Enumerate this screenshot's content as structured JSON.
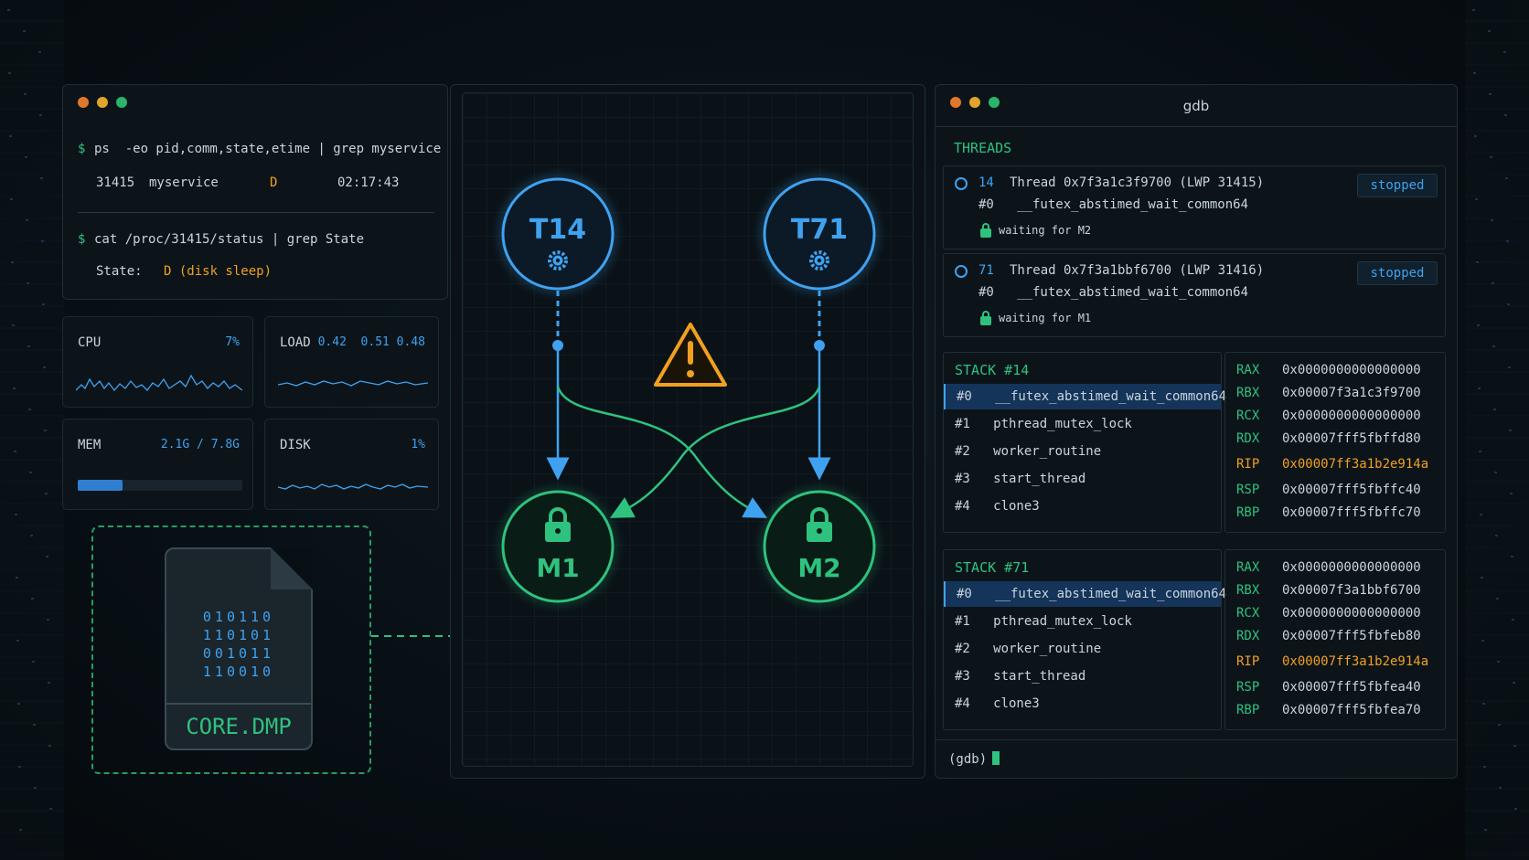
{
  "terminal": {
    "cmd1_prompt": "$",
    "cmd1": "ps  -eo pid,comm,state,etime | grep myservice",
    "row_pid": "31415",
    "row_comm": "myservice",
    "row_state": "D",
    "row_etime": "02:17:43",
    "cmd2_prompt": "$",
    "cmd2": "cat /proc/31415/status | grep State",
    "state_label": "State:",
    "state_value": "D (disk sleep)"
  },
  "metrics": {
    "cpu": {
      "label": "CPU",
      "value": "7%"
    },
    "load": {
      "label": "LOAD",
      "value": "0.42  0.51 0.48"
    },
    "mem": {
      "label": "MEM",
      "value": "2.1G / 7.8G",
      "fill_fraction": 0.27
    },
    "disk": {
      "label": "DISK",
      "value": "1%"
    }
  },
  "core_dump": {
    "bits": [
      "010110",
      "110101",
      "001011",
      "110010"
    ],
    "filename": "CORE.DMP"
  },
  "diagram": {
    "thread_a": "T14",
    "thread_b": "T71",
    "mutex_a": "M1",
    "mutex_b": "M2"
  },
  "gdb": {
    "title": "gdb",
    "threads_header": "THREADS",
    "threads": [
      {
        "id": "14",
        "desc": "Thread 0x7f3a1c3f9700 (LWP 31415)",
        "frame": "#0   __futex_abstimed_wait_common64",
        "status": "stopped",
        "waiting": "waiting for M2"
      },
      {
        "id": "71",
        "desc": "Thread 0x7f3a1bbf6700 (LWP 31416)",
        "frame": "#0   __futex_abstimed_wait_common64",
        "status": "stopped",
        "waiting": "waiting for M1"
      }
    ],
    "stacks": [
      {
        "header": "STACK #14",
        "frames": [
          "#0   __futex_abstimed_wait_common64",
          "#1   pthread_mutex_lock",
          "#2   worker_routine",
          "#3   start_thread",
          "#4   clone3"
        ],
        "registers": [
          {
            "name": "RAX",
            "value": "0x0000000000000000"
          },
          {
            "name": "RBX",
            "value": "0x00007f3a1c3f9700"
          },
          {
            "name": "RCX",
            "value": "0x0000000000000000"
          },
          {
            "name": "RDX",
            "value": "0x00007fff5fbffd80"
          },
          {
            "name": "RIP",
            "value": "0x00007ff3a1b2e914a"
          },
          {
            "name": "RSP",
            "value": "0x00007fff5fbffc40"
          },
          {
            "name": "RBP",
            "value": "0x00007fff5fbffc70"
          }
        ]
      },
      {
        "header": "STACK #71",
        "frames": [
          "#0   __futex_abstimed_wait_common64",
          "#1   pthread_mutex_lock",
          "#2   worker_routine",
          "#3   start_thread",
          "#4   clone3"
        ],
        "registers": [
          {
            "name": "RAX",
            "value": "0x0000000000000000"
          },
          {
            "name": "RBX",
            "value": "0x00007f3a1bbf6700"
          },
          {
            "name": "RCX",
            "value": "0x0000000000000000"
          },
          {
            "name": "RDX",
            "value": "0x00007fff5fbfeb80"
          },
          {
            "name": "RIP",
            "value": "0x00007ff3a1b2e914a"
          },
          {
            "name": "RSP",
            "value": "0x00007fff5fbfea40"
          },
          {
            "name": "RBP",
            "value": "0x00007fff5fbfea70"
          }
        ]
      }
    ],
    "prompt": "(gdb)"
  },
  "colors": {
    "accent_blue": "#3fa2f0",
    "accent_green": "#2ec27e",
    "warning_orange": "#f0a020"
  }
}
